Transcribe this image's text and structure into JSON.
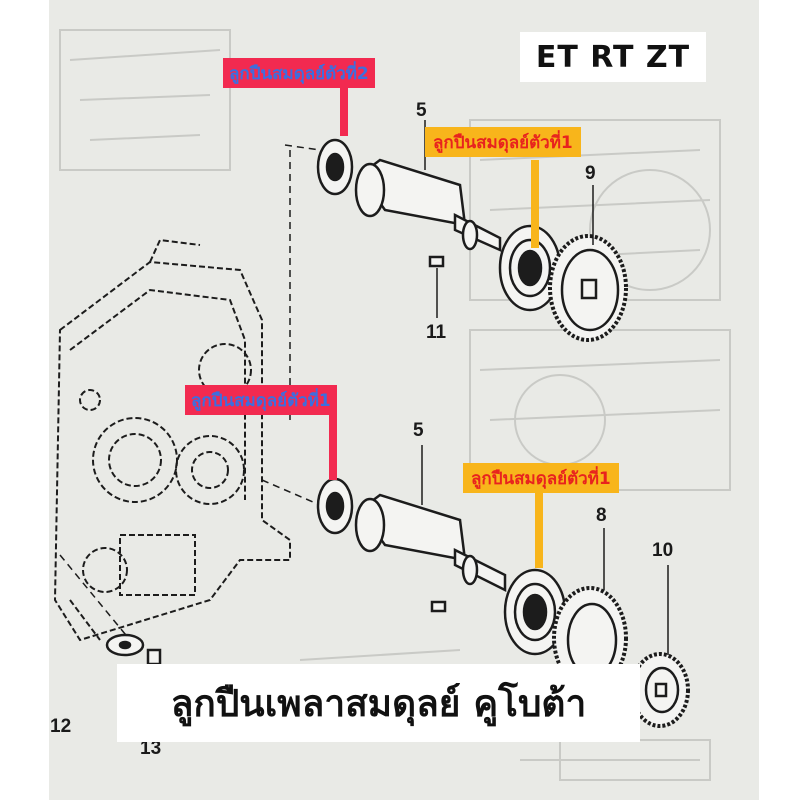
{
  "model_label": "ET RT ZT",
  "title": "ลูกปืนเพลาสมดุลย์ คูโบต้า",
  "callouts": {
    "top_red": "ลูกปืนสมดุลย์ตัวที่2",
    "top_orange": "ลูกปืนสมดุลย์ตัวที่1",
    "bottom_red": "ลูกปืนสมดุลย์ตัวที่1",
    "bottom_orange": "ลูกปืนสมดุลย์ตัวที่1"
  },
  "part_numbers": {
    "top_shaft": "5",
    "top_gear": "9",
    "top_key": "11",
    "bottom_shaft": "5",
    "bottom_gear": "8",
    "bottom_small_gear": "10",
    "washer": "12",
    "bolt": "13"
  },
  "colors": {
    "red_tag": "#f22a50",
    "red_tag_text": "#3b6fe0",
    "orange_tag": "#f8b51b",
    "orange_tag_text": "#e8231e",
    "drawing_line": "#1c1c1c",
    "background_sketch": "#c9cac6"
  }
}
